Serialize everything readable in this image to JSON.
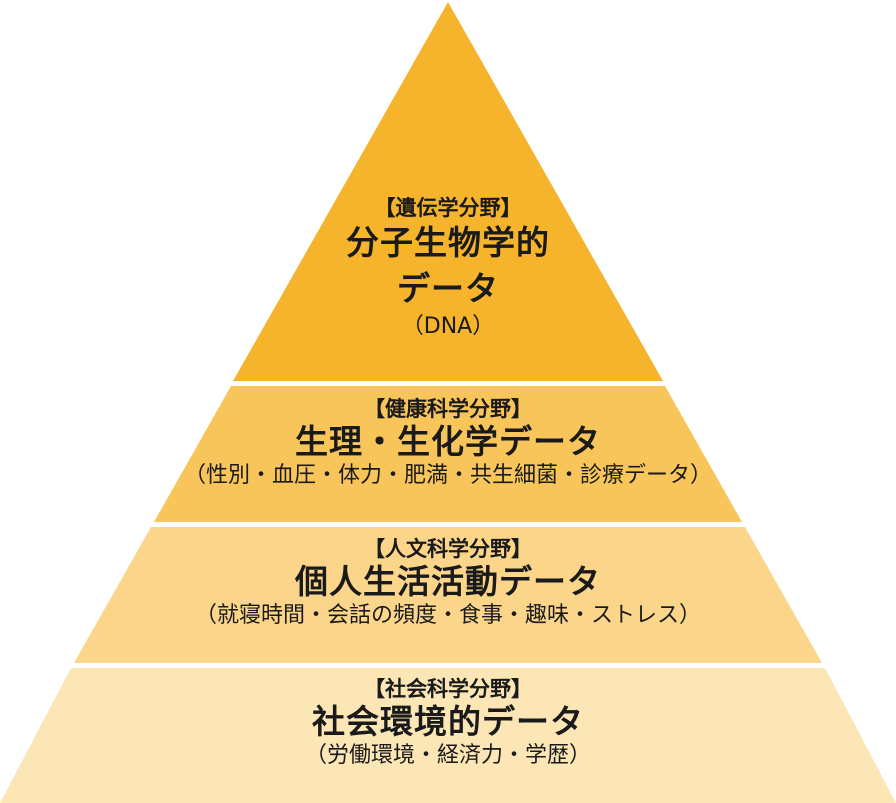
{
  "colors": {
    "layer1": "#f5b42b",
    "layer2": "#f8c55a",
    "layer3": "#fbd68a",
    "layer4": "#fce6b6"
  },
  "layers": [
    {
      "field": "【遺伝学分野】",
      "title_lines": [
        "分子生物学的",
        "データ"
      ],
      "detail": "（DNA）"
    },
    {
      "field": "【健康科学分野】",
      "title": "生理・生化学データ",
      "detail": "（性別・血圧・体力・肥満・共生細菌・診療データ）"
    },
    {
      "field": "【人文科学分野】",
      "title": "個人生活活動データ",
      "detail": "（就寝時間・会話の頻度・食事・趣味・ストレス）"
    },
    {
      "field": "【社会科学分野】",
      "title": "社会環境的データ",
      "detail": "（労働環境・経済力・学歴）"
    }
  ]
}
